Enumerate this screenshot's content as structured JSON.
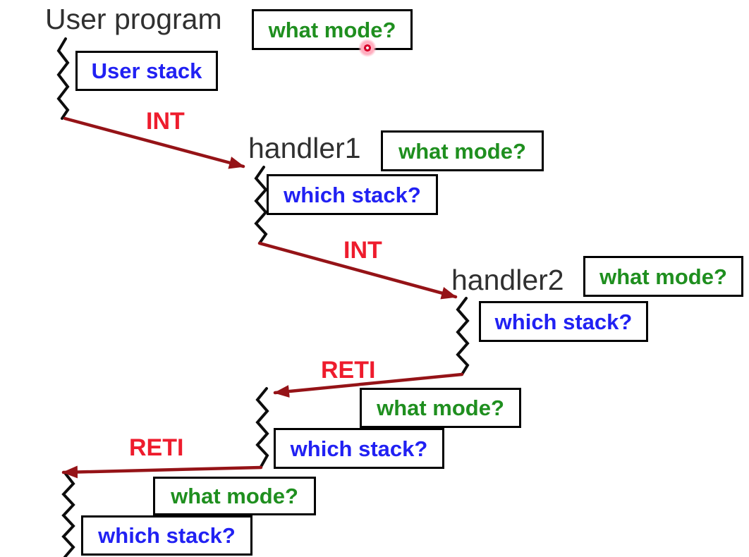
{
  "colors": {
    "heading_text": "#303030",
    "mode_green": "#1f8f1f",
    "stack_blue": "#2121f3",
    "label_red": "#ee1c2d",
    "arrow_red": "#951317",
    "line_black": "#0d0d0d",
    "box_border": "#000000",
    "canvas_bg": "#ffffff",
    "laser_ring": "#d6002a",
    "laser_glow": "#ffaebf"
  },
  "headings": {
    "user_program": "User program",
    "handler1": "handler1",
    "handler2": "handler2"
  },
  "box_labels": {
    "user_stack": "User stack",
    "what_mode": "what mode?",
    "which_stack": "which stack?"
  },
  "arrow_labels": {
    "int": "INT",
    "reti": "RETI"
  }
}
